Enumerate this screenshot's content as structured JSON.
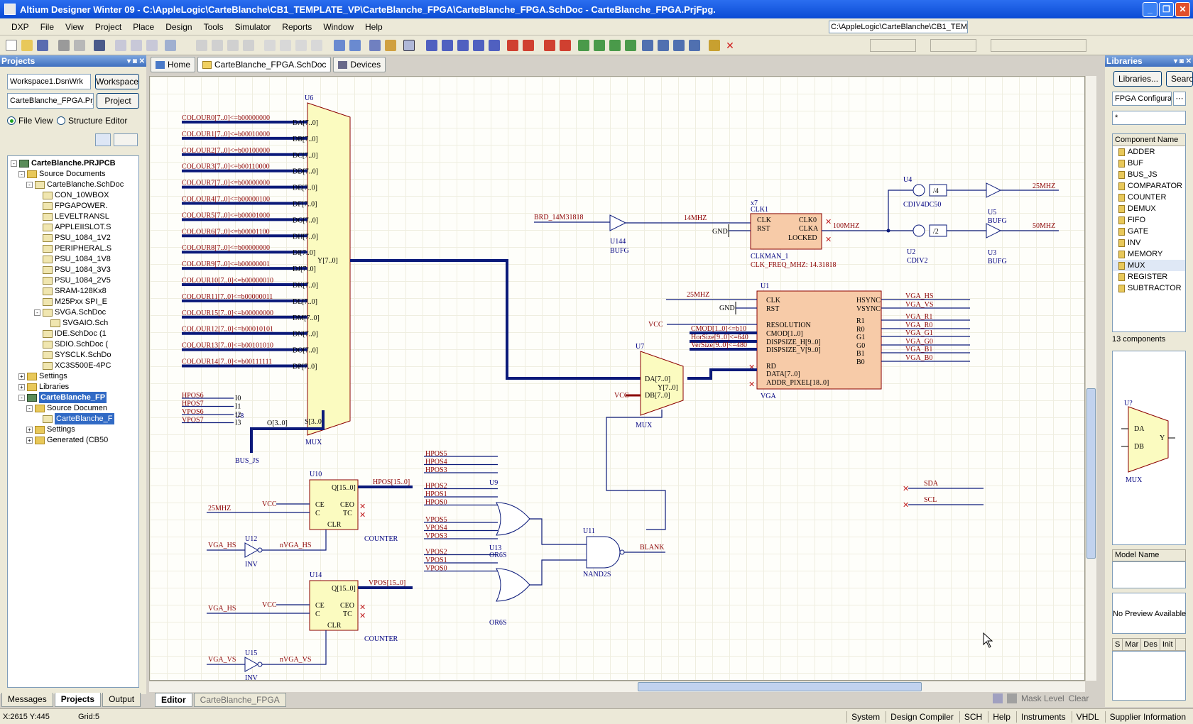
{
  "window": {
    "title": "Altium Designer Winter 09 - C:\\AppleLogic\\CarteBlanche\\CB1_TEMPLATE_VP\\CarteBlanche_FPGA\\CarteBlanche_FPGA.SchDoc - CarteBlanche_FPGA.PrjFpg."
  },
  "menu": {
    "items": [
      "DXP",
      "File",
      "View",
      "Project",
      "Place",
      "Design",
      "Tools",
      "Simulator",
      "Reports",
      "Window",
      "Help"
    ],
    "path_combo": "C:\\AppleLogic\\CarteBlanche\\CB1_TEM"
  },
  "projects_panel": {
    "title": "Projects",
    "workspace_combo": "Workspace1.DsnWrk",
    "workspace_button": "Workspace",
    "project_combo": "CarteBlanche_FPGA.PrjFpg",
    "project_button": "Project",
    "file_view": "File View",
    "structure_editor": "Structure Editor",
    "tree": [
      {
        "label": "CarteBlanche.PRJPCB",
        "indent": 0,
        "type": "proj",
        "exp": "-",
        "bold": true
      },
      {
        "label": "Source Documents",
        "indent": 1,
        "type": "folder",
        "exp": "-"
      },
      {
        "label": "CarteBlanche.SchDoc",
        "indent": 2,
        "type": "doc",
        "exp": "-"
      },
      {
        "label": "CON_10WBOX",
        "indent": 3,
        "type": "doc"
      },
      {
        "label": "FPGAPOWER.",
        "indent": 3,
        "type": "doc"
      },
      {
        "label": "LEVELTRANSL",
        "indent": 3,
        "type": "doc"
      },
      {
        "label": "APPLEIISLOT.S",
        "indent": 3,
        "type": "doc"
      },
      {
        "label": "PSU_1084_1V2",
        "indent": 3,
        "type": "doc"
      },
      {
        "label": "PERIPHERAL.S",
        "indent": 3,
        "type": "doc"
      },
      {
        "label": "PSU_1084_1V8",
        "indent": 3,
        "type": "doc"
      },
      {
        "label": "PSU_1084_3V3",
        "indent": 3,
        "type": "doc"
      },
      {
        "label": "PSU_1084_2V5",
        "indent": 3,
        "type": "doc"
      },
      {
        "label": "SRAM-128Kx8",
        "indent": 3,
        "type": "doc"
      },
      {
        "label": "M25Pxx SPI_E",
        "indent": 3,
        "type": "doc"
      },
      {
        "label": "SVGA.SchDoc",
        "indent": 3,
        "type": "doc",
        "exp": "-"
      },
      {
        "label": "SVGAIO.Sch",
        "indent": 4,
        "type": "doc"
      },
      {
        "label": "IDE.SchDoc (1",
        "indent": 3,
        "type": "doc"
      },
      {
        "label": "SDIO.SchDoc (",
        "indent": 3,
        "type": "doc"
      },
      {
        "label": "SYSCLK.SchDo",
        "indent": 3,
        "type": "doc"
      },
      {
        "label": "XC3S500E-4PC",
        "indent": 3,
        "type": "doc"
      },
      {
        "label": "Settings",
        "indent": 1,
        "type": "folder",
        "exp": "+"
      },
      {
        "label": "Libraries",
        "indent": 1,
        "type": "folder",
        "exp": "+"
      },
      {
        "label": "CarteBlanche_FP",
        "indent": 1,
        "type": "proj",
        "exp": "-",
        "sel": true
      },
      {
        "label": "Source Documen",
        "indent": 2,
        "type": "folder",
        "exp": "-"
      },
      {
        "label": "CarteBlanche_F",
        "indent": 3,
        "type": "doc",
        "sel2": true
      },
      {
        "label": "Settings",
        "indent": 2,
        "type": "folder",
        "exp": "+"
      },
      {
        "label": "Generated (CB50",
        "indent": 2,
        "type": "folder",
        "exp": "+"
      }
    ]
  },
  "bottom_tabs": [
    "Messages",
    "Projects",
    "Output"
  ],
  "doc_tabs": [
    "Home",
    "CarteBlanche_FPGA.SchDoc",
    "Devices"
  ],
  "editor_tabs": [
    "Editor",
    "CarteBlanche_FPGA"
  ],
  "mask": {
    "mask_level": "Mask Level",
    "clear": "Clear"
  },
  "schematic": {
    "mux_u6": {
      "designator": "U6",
      "type": "MUX",
      "inputs": [
        {
          "net": "COLOUR0[7..0]<=b00000000",
          "pin": "DA[7..0]"
        },
        {
          "net": "COLOUR1[7..0]<=b00010000",
          "pin": "DB[7..0]"
        },
        {
          "net": "COLOUR2[7..0]<=b00100000",
          "pin": "DC[7..0]"
        },
        {
          "net": "COLOUR3[7..0]<=b00110000",
          "pin": "DD[7..0]"
        },
        {
          "net": "COLOUR7[7..0]<=b00000000",
          "pin": "DE[7..0]"
        },
        {
          "net": "COLOUR4[7..0]<=b00000100",
          "pin": "DF[7..0]"
        },
        {
          "net": "COLOUR5[7..0]<=b00001000",
          "pin": "DG[7..0]"
        },
        {
          "net": "COLOUR6[7..0]<=b00001100",
          "pin": "DH[7..0]"
        },
        {
          "net": "COLOUR8[7..0]<=b00000000",
          "pin": "DI[7..0]"
        },
        {
          "net": "COLOUR9[7..0]<=b00000001",
          "pin": "DJ[7..0]"
        },
        {
          "net": "COLOUR10[7..0]<=b00000010",
          "pin": "DK[7..0]"
        },
        {
          "net": "COLOUR11[7..0]<=b00000011",
          "pin": "DL[7..0]"
        },
        {
          "net": "COLOUR15[7..0]<=b00000000",
          "pin": "DM[7..0]"
        },
        {
          "net": "COLOUR12[7..0]<=b00010101",
          "pin": "DN[7..0]"
        },
        {
          "net": "COLOUR13[7..0]<=b00101010",
          "pin": "DO[7..0]"
        },
        {
          "net": "COLOUR14[7..0]<=b00111111",
          "pin": "DP[7..0]"
        }
      ],
      "output": "Y[7..0]",
      "sel_pin": "S[3..0]"
    },
    "bus_u8": {
      "designator": "U8",
      "type": "BUS_JS",
      "inputs": [
        "HPOS6",
        "HPOS7",
        "VPOS6",
        "VPOS7"
      ],
      "pins": [
        "I0",
        "I1",
        "I2",
        "I3"
      ],
      "out": "O[3..0]"
    },
    "u144": {
      "designator": "U144",
      "type": "BUFG",
      "in": "BRD_14M31818",
      "out": "14MHZ"
    },
    "clk1": {
      "designator": "CLK1",
      "type": "CLKMAN_1",
      "param": "CLK_FREQ_MHZ: 14.31818",
      "pins": [
        "CLK",
        "RST",
        "CLK0",
        "CLKA",
        "LOCKED"
      ],
      "gnd": "GND",
      "out": "100MHZ",
      "small": "x7"
    },
    "u4": {
      "designator": "U4",
      "type": "CDIV4DC50",
      "div": "/4"
    },
    "u2": {
      "designator": "U2",
      "type": "CDIV2",
      "div": "/2"
    },
    "u5": {
      "designator": "U5",
      "type": "BUFG",
      "out": "25MHZ"
    },
    "u3": {
      "designator": "U3",
      "type": "BUFG",
      "out": "50MHZ"
    },
    "u1": {
      "designator": "U1",
      "type": "VGA",
      "left_pins": [
        "CLK",
        "RST",
        "RESOLUTION",
        "CMOD[1..0]",
        "DISPSIZE_H[9..0]",
        "DISPSIZE_V[9..0]",
        "RD",
        "DATA[7..0]",
        "ADDR_PIXEL[18..0]"
      ],
      "right_pins": [
        "HSYNC",
        "VSYNC",
        "R1",
        "R0",
        "G1",
        "G0",
        "B1",
        "B0"
      ],
      "in_nets": [
        "25MHZ",
        "GND",
        "VCC",
        "CMOD[1..0]<=b10",
        "HorSize[9..0]<=640",
        "VerSize[9..0]<=480"
      ],
      "out_nets": [
        "VGA_HS",
        "VGA_VS",
        "VGA_R1",
        "VGA_R0",
        "VGA_G1",
        "VGA_G0",
        "VGA_B1",
        "VGA_B0"
      ]
    },
    "u7": {
      "designator": "U7",
      "type": "MUX",
      "pins": [
        "DA[7..0]",
        "DB[7..0]",
        "Y[7..0]"
      ],
      "vcc": "VCC"
    },
    "u10": {
      "designator": "U10",
      "type": "COUNTER",
      "pins": [
        "Q[15..0]",
        "CE",
        "C",
        "CEO",
        "TC",
        "CLR"
      ],
      "out": "HPOS[15..0]",
      "clk": "25MHZ",
      "vcc": "VCC"
    },
    "u12": {
      "designator": "U12",
      "type": "INV",
      "in": "VGA_HS",
      "out": "nVGA_HS"
    },
    "u14": {
      "designator": "U14",
      "type": "COUNTER",
      "pins": [
        "Q[15..0]",
        "CE",
        "C",
        "CEO",
        "TC",
        "CLR"
      ],
      "out": "VPOS[15..0]",
      "clk": "VGA_HS",
      "vcc": "VCC"
    },
    "u15": {
      "designator": "U15",
      "type": "INV",
      "in": "VGA_VS",
      "out": "nVGA_VS"
    },
    "u9": {
      "designator": "U9",
      "type": "OR6S",
      "inputs": [
        "HPOS5",
        "HPOS4",
        "HPOS3",
        "HPOS2",
        "HPOS1",
        "HPOS0"
      ]
    },
    "u13": {
      "designator": "U13",
      "type": "OR6S",
      "inputs": [
        "VPOS5",
        "VPOS4",
        "VPOS3",
        "VPOS2",
        "VPOS1",
        "VPOS0"
      ]
    },
    "u11": {
      "designator": "U11",
      "type": "NAND2S",
      "out": "BLANK"
    },
    "misc": [
      "SDA",
      "SCL"
    ]
  },
  "libraries_panel": {
    "title": "Libraries",
    "libraries_button": "Libraries...",
    "search_button": "Search...",
    "library_combo": "FPGA Configurab",
    "filter_combo": "*",
    "col_header": "Component Name",
    "components": [
      "ADDER",
      "BUF",
      "BUS_JS",
      "COMPARATOR",
      "COUNTER",
      "DEMUX",
      "FIFO",
      "GATE",
      "INV",
      "MEMORY",
      "MUX",
      "REGISTER",
      "SUBTRACTOR"
    ],
    "selected": "MUX",
    "count": "13 components",
    "preview": {
      "designator": "U?",
      "pins": [
        "DA",
        "DB",
        "Y"
      ],
      "type": "MUX"
    },
    "model_name": "Model Name",
    "no_preview": "No Preview Available",
    "pin_cols": [
      "S",
      "Mar",
      "Des",
      "Init"
    ]
  },
  "status": {
    "coords": "X:2615 Y:445",
    "grid": "Grid:5",
    "items": [
      "System",
      "Design Compiler",
      "SCH",
      "Help",
      "Instruments",
      "VHDL",
      "Supplier Information"
    ]
  }
}
